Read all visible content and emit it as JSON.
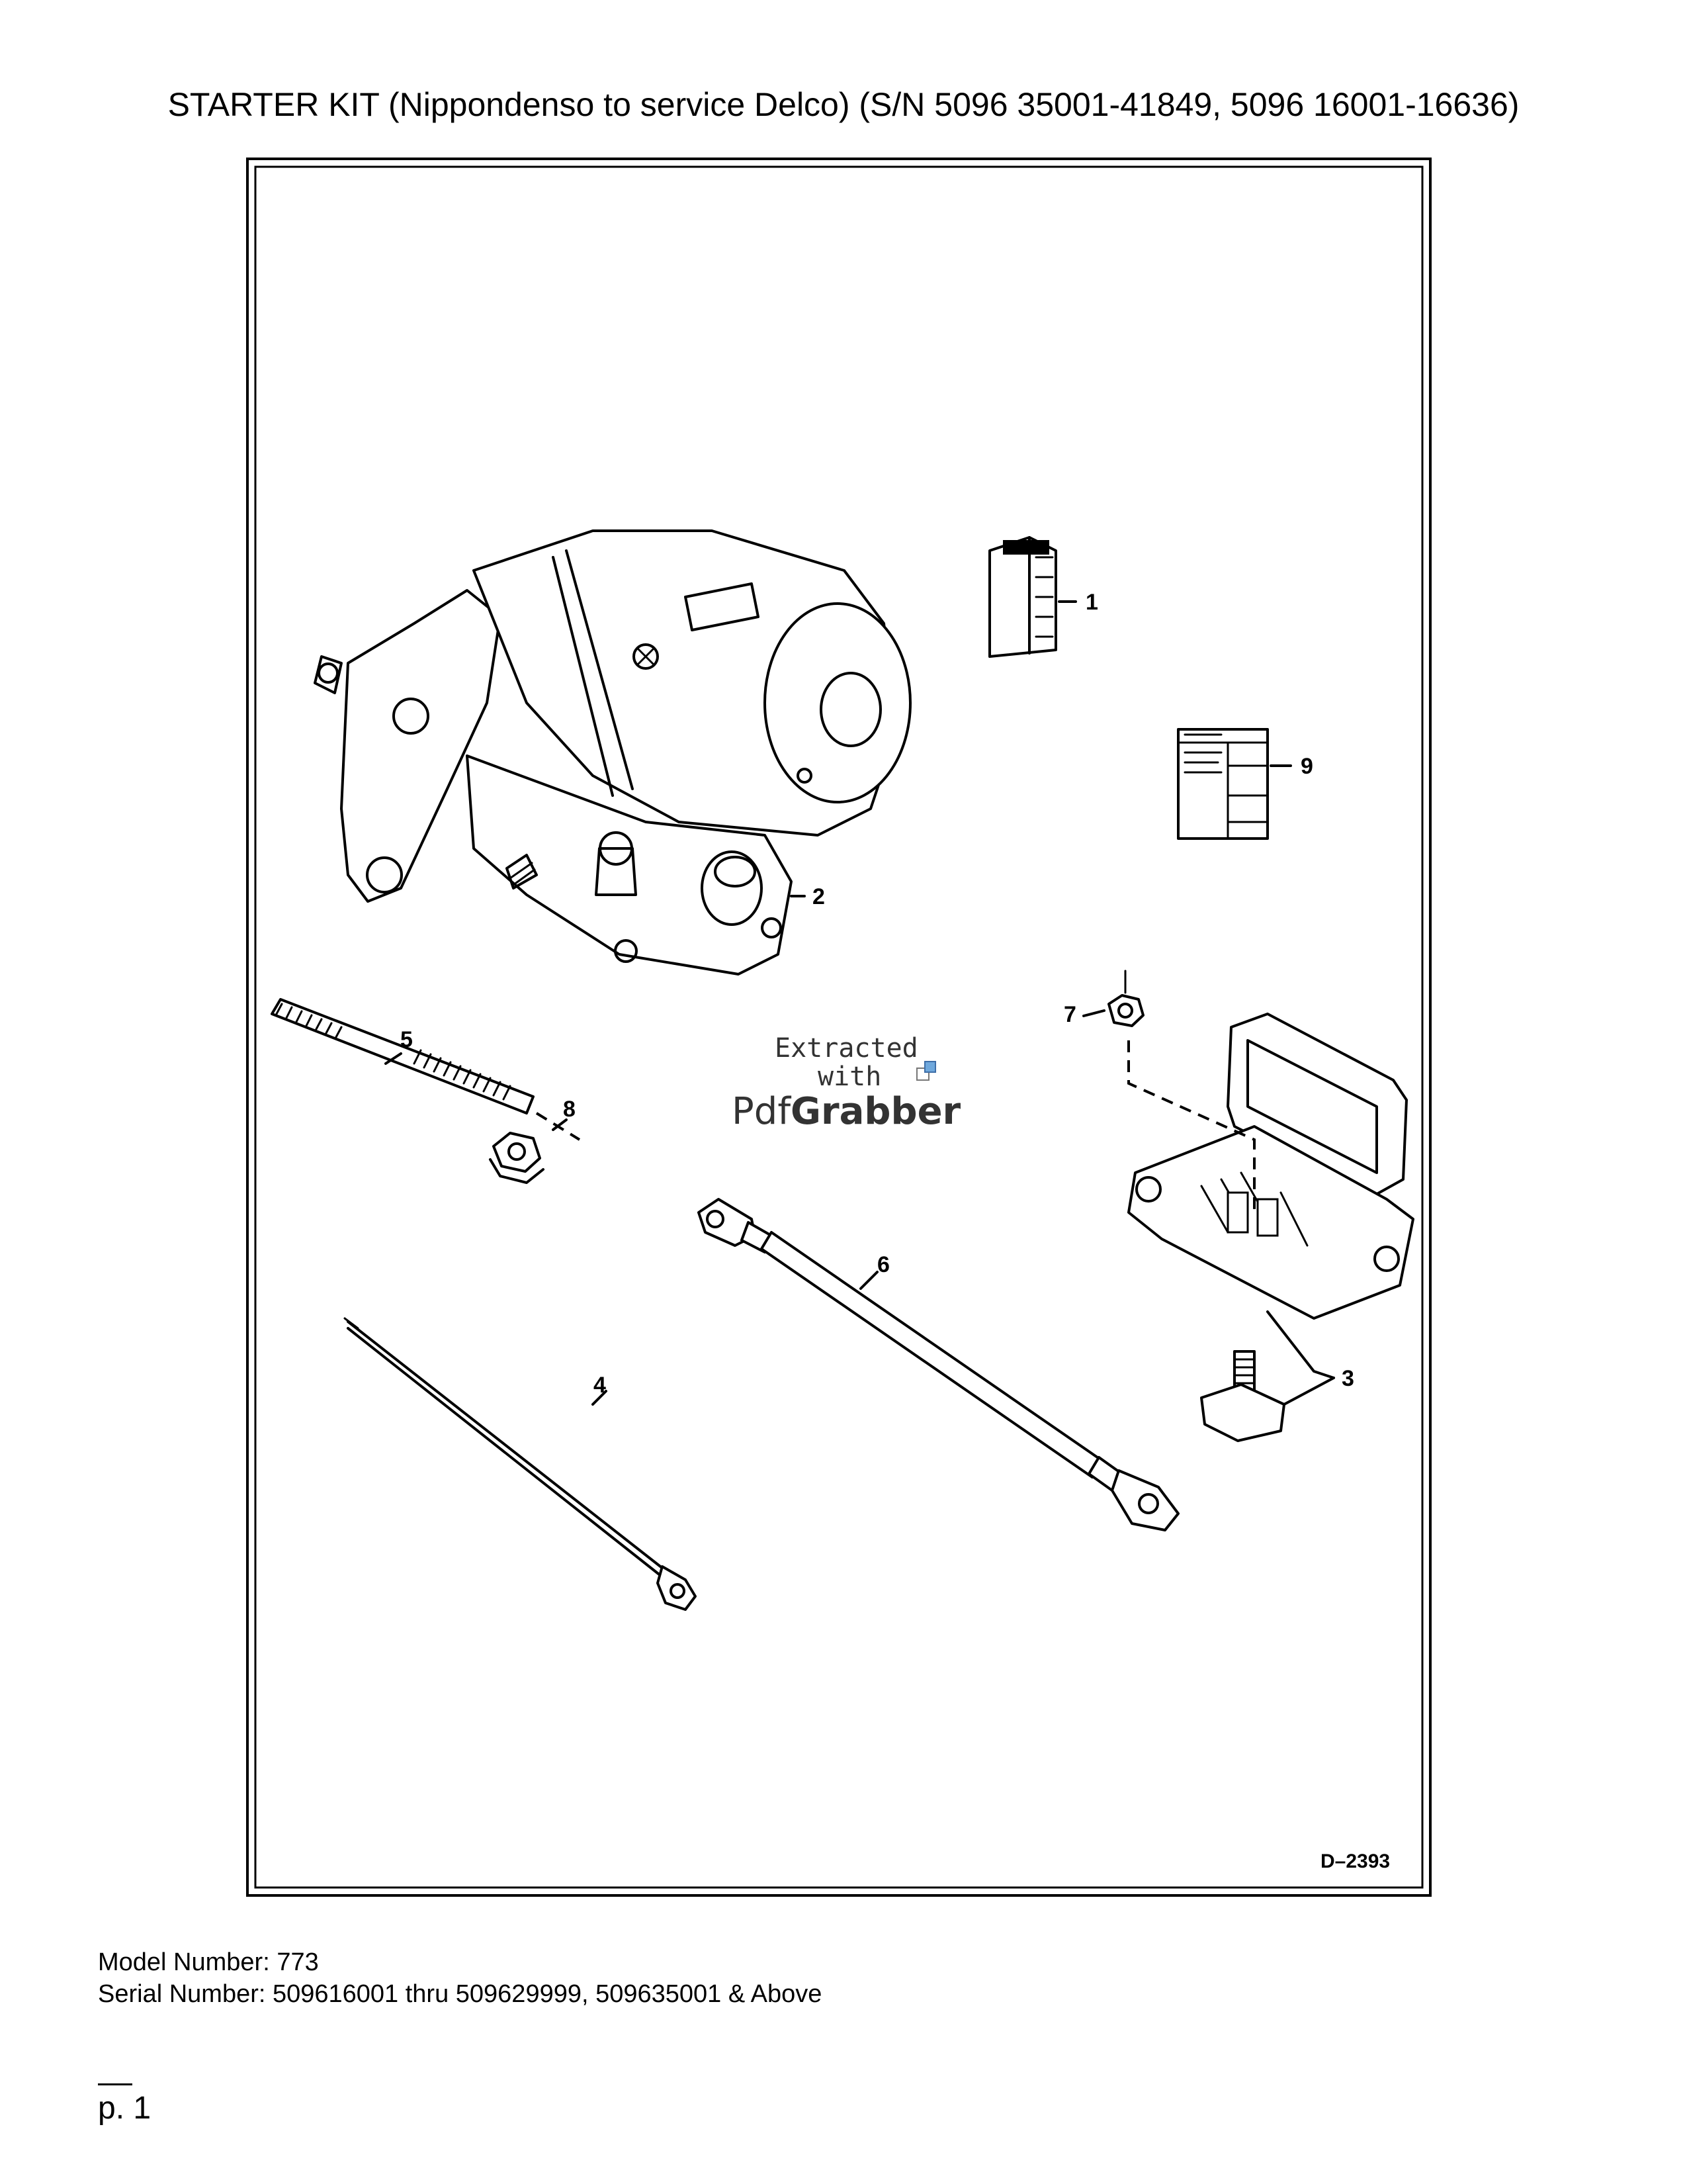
{
  "page": {
    "title": "STARTER KIT (Nippondenso to service Delco) (S/N 5096 35001-41849, 5096 16001-16636)"
  },
  "figure": {
    "drawing_id": "D–2393",
    "callouts": [
      {
        "id": "1",
        "label": "1"
      },
      {
        "id": "2",
        "label": "2"
      },
      {
        "id": "3",
        "label": "3"
      },
      {
        "id": "4",
        "label": "4"
      },
      {
        "id": "5",
        "label": "5"
      },
      {
        "id": "6",
        "label": "6"
      },
      {
        "id": "7",
        "label": "7"
      },
      {
        "id": "8",
        "label": "8"
      },
      {
        "id": "9",
        "label": "9"
      }
    ],
    "watermark": {
      "line1": "Extracted",
      "line2": "with",
      "brand_regular": "Pdf",
      "brand_bold": "Grabber"
    }
  },
  "footer": {
    "model_line": "Model Number: 773",
    "serial_line": "Serial Number: 509616001 thru 509629999, 509635001 & Above",
    "page_number": "p. 1"
  }
}
